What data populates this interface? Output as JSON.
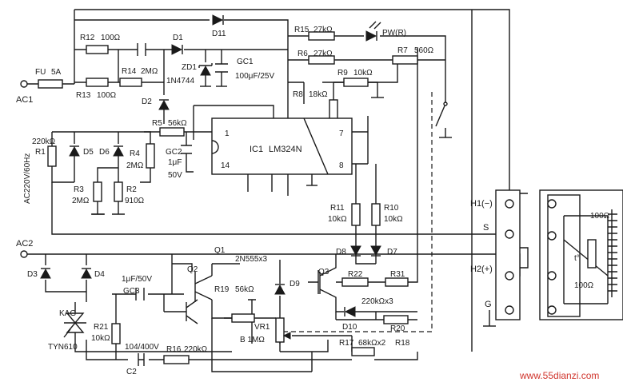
{
  "title": "",
  "components": {
    "fu": "FU",
    "fu_rating": "5A",
    "r12": "R12",
    "r12_value": "100Ω",
    "r13": "R13",
    "r13_value": "100Ω",
    "r14": "R14",
    "r14_value": "2MΩ",
    "d1": "D1",
    "d2": "D2",
    "d11": "D11",
    "zd1": "ZD1",
    "zd1_part": "1N4744",
    "gc1": "GC1",
    "gc1_value": "100μF/25V",
    "r15": "R15",
    "r15_value": "27kΩ",
    "pw": "PW(R)",
    "r6": "R6",
    "r6_value": "27kΩ",
    "r7": "R7",
    "r7_value": "560Ω",
    "r9": "R9",
    "r9_value": "10kΩ",
    "r8": "R8",
    "r8_value": "18kΩ",
    "r5": "R5",
    "r5_value": "56kΩ",
    "ic1": "IC1",
    "ic1_part": "LM324N",
    "pin1": "1",
    "pin7": "7",
    "pin8": "8",
    "pin14": "14",
    "gc2": "GC2",
    "gc2_value_1": "1μF",
    "gc2_value_2": "50V",
    "r1": "R1",
    "r1_value": "220kΩ",
    "d5": "D5",
    "d6": "D6",
    "r4": "R4",
    "r4_value": "2MΩ",
    "r3": "R3",
    "r3_value": "2MΩ",
    "r2": "R2",
    "r2_value": "910Ω",
    "r11": "R11",
    "r11_value": "10kΩ",
    "r10": "R10",
    "r10_value": "10kΩ",
    "d8": "D8",
    "d7": "D7",
    "d3": "D3",
    "d4": "D4",
    "gc3_value": "1μF/50V",
    "gc3": "GC3",
    "q1": "Q1",
    "q1_part": "2N555x3",
    "q2": "Q2",
    "q3": "Q3",
    "r19": "R19",
    "r19_value": "56kΩ",
    "d9": "D9",
    "r22": "R22",
    "r31": "R31",
    "r_group": "220kΩx3",
    "d10": "D10",
    "r20": "R20",
    "vr1": "VR1",
    "vr1_value": "B  1MΩ",
    "r17": "R17",
    "r17_value": "68kΩx2",
    "r18": "R18",
    "kag": "KAG",
    "triac_part": "TYN610",
    "r21": "R21",
    "r21_value": "10kΩ",
    "c2_value": "104/400V",
    "c2": "C2",
    "r16": "R16",
    "r16_value": "220kΩ"
  },
  "terminals": {
    "ac1": "AC1",
    "ac2": "AC2",
    "supply": "AC220V/60Hz",
    "h1": "H1(−)",
    "s": "S",
    "h2": "H2(+)",
    "g": "G"
  },
  "sensor": {
    "r_top": "100Ω",
    "r_bottom": "100Ω",
    "t_label": "t°"
  },
  "watermark": "www.55dianzi.com",
  "colors": {
    "ink": "#1a1a1a",
    "background": "#ffffff",
    "watermark": "#d0342c"
  }
}
